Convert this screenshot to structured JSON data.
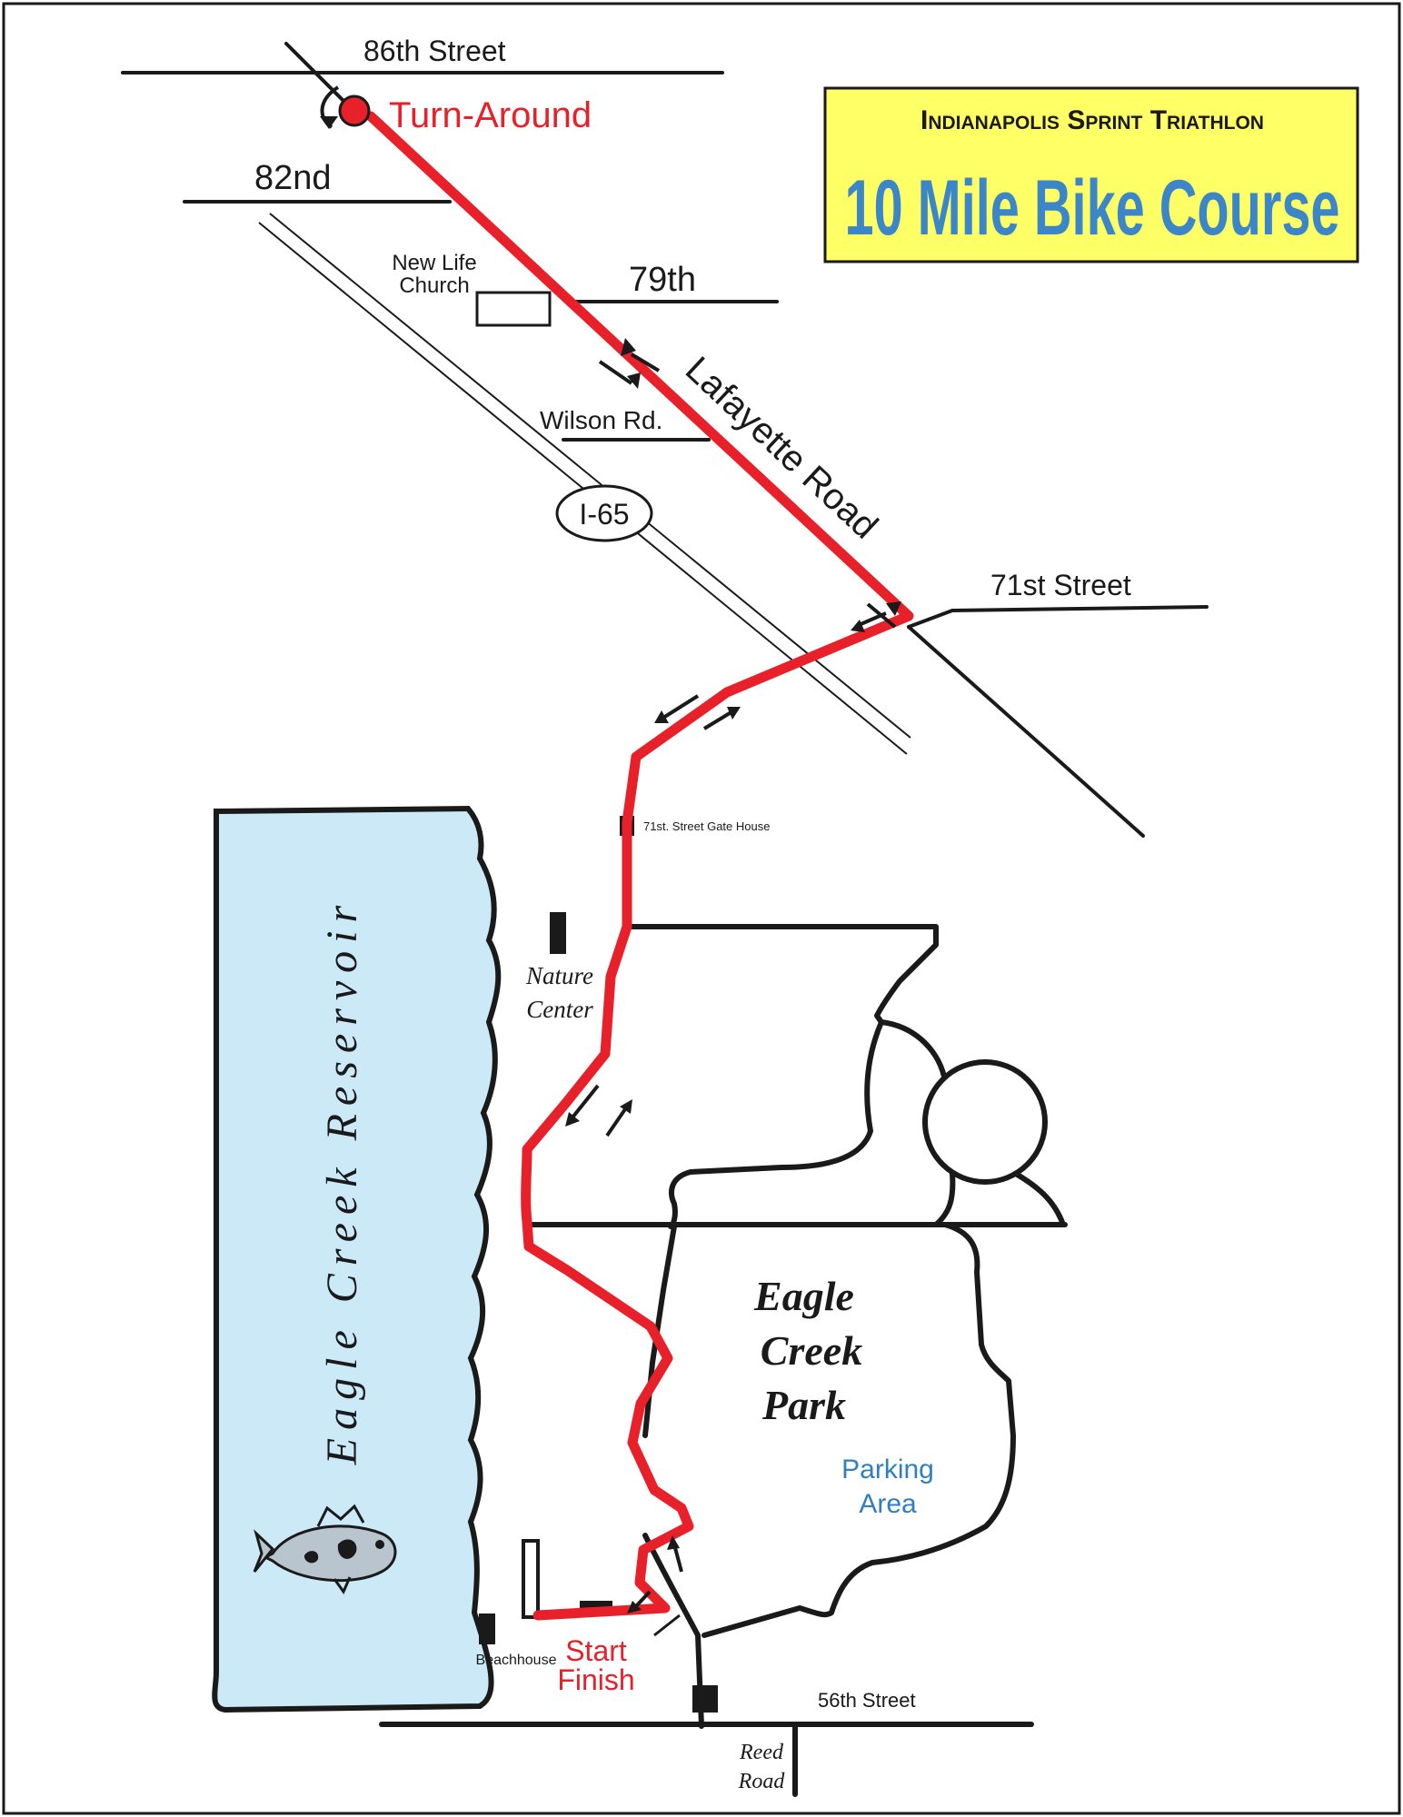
{
  "title_box": {
    "line1": "Indianapolis Sprint Triathlon",
    "line2": "10 Mile Bike Course",
    "bg_color": "#ffff66",
    "line1_color": "#1a1a1a",
    "line2_color": "#3a86c8"
  },
  "roads": {
    "street_86th": "86th Street",
    "street_82nd": "82nd",
    "street_79th": "79th",
    "wilson": "Wilson Rd.",
    "lafayette": "Lafayette Road",
    "street_71st": "71st Street",
    "interstate": "I-65",
    "street_56th": "56th Street",
    "reed_line1": "Reed",
    "reed_line2": "Road"
  },
  "landmarks": {
    "turnaround": "Turn-Around",
    "church_line1": "New Life",
    "church_line2": "Church",
    "gate_house": "71st. Street Gate House",
    "nature_line1": "Nature",
    "nature_line2": "Center",
    "reservoir": "Eagle Creek Reservoir",
    "park_line1": "Eagle",
    "park_line2": "Creek",
    "park_line3": "Park",
    "parking_line1": "Parking",
    "parking_line2": "Area",
    "beachhouse": "Beachhouse",
    "start": "Start",
    "finish": "Finish"
  },
  "colors": {
    "route": "#e8202a",
    "water": "#cce9f8",
    "parking_text": "#2f7fc1"
  }
}
